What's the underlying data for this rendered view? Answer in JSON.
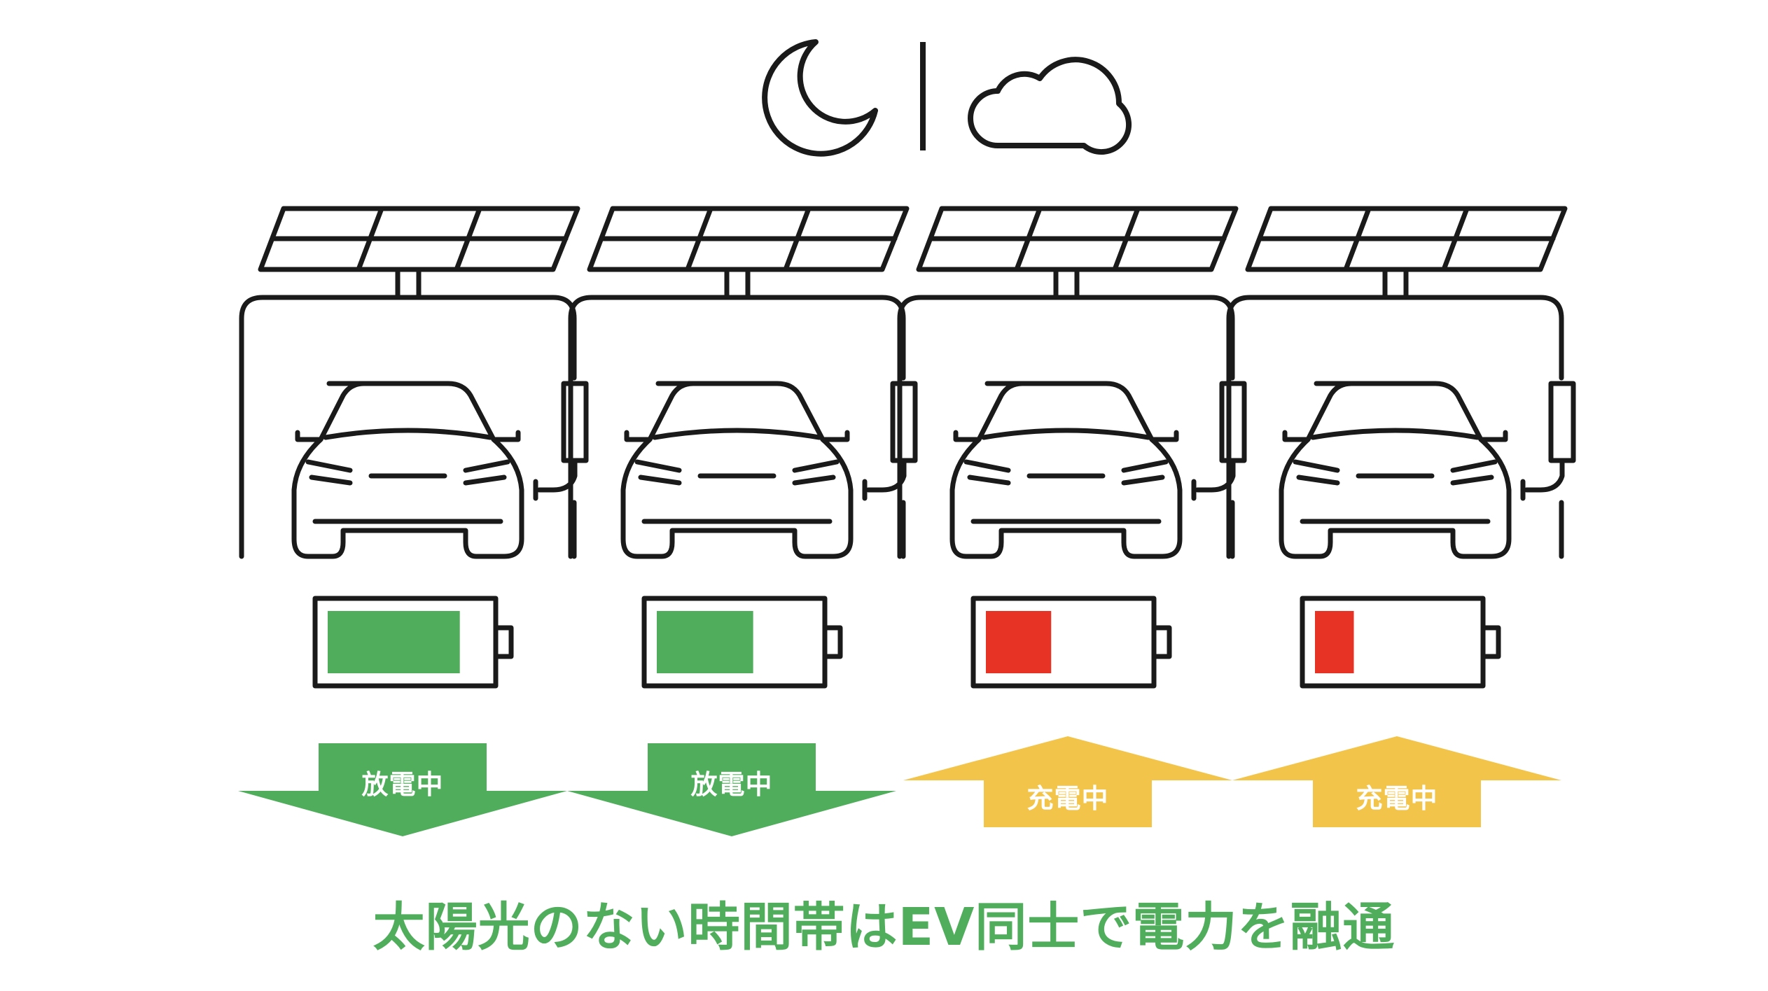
{
  "header_icons": [
    {
      "icon": "moon-icon"
    },
    {
      "icon": "cloud-icon"
    }
  ],
  "units": [
    {
      "battery_level": 0.85,
      "battery_color": "#4fad5b",
      "arrow_direction": "down",
      "arrow_color": "#4fad5b",
      "label": "放電中"
    },
    {
      "battery_level": 0.62,
      "battery_color": "#4fad5b",
      "arrow_direction": "down",
      "arrow_color": "#4fad5b",
      "label": "放電中"
    },
    {
      "battery_level": 0.42,
      "battery_color": "#e63326",
      "arrow_direction": "up",
      "arrow_color": "#f2c44a",
      "label": "充電中"
    },
    {
      "battery_level": 0.25,
      "battery_color": "#e63326",
      "arrow_direction": "up",
      "arrow_color": "#f2c44a",
      "label": "充電中"
    }
  ],
  "caption": "太陽光のない時間帯はEV同士で電力を融通",
  "colors": {
    "line": "#1a1a1a",
    "green": "#4fad5b",
    "red": "#e63326",
    "yellow": "#f2c44a"
  }
}
